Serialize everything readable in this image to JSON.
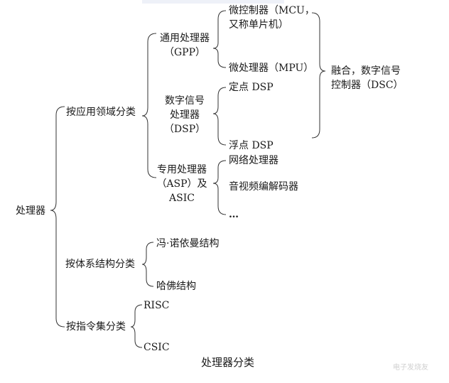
{
  "root": "处理器",
  "domain": "按应用领域分类",
  "gpp": [
    "通用处理器",
    "（GPP）"
  ],
  "mcu": [
    "微控制器（MCU，",
    "又称单片机）"
  ],
  "mpu": "微处理器（MPU）",
  "dsp": [
    "数字信号",
    "处理器",
    "（DSP）"
  ],
  "fixed_dsp": "定点 DSP",
  "float_dsp": "浮点 DSP",
  "fusion": [
    "融合，数字信号",
    "控制器（DSC）"
  ],
  "asp": [
    "专用处理器",
    "（ASP）及",
    "ASIC"
  ],
  "network": "网络处理器",
  "av": "音视频编解码器",
  "ellipsis": "…",
  "arch": "按体系结构分类",
  "von": "冯·诺依曼结构",
  "harvard": "哈佛结构",
  "isa": "按指令集分类",
  "risc": "RISC",
  "csic": "CSIC",
  "caption": "处理器分类",
  "watermark": "电子发烧友"
}
